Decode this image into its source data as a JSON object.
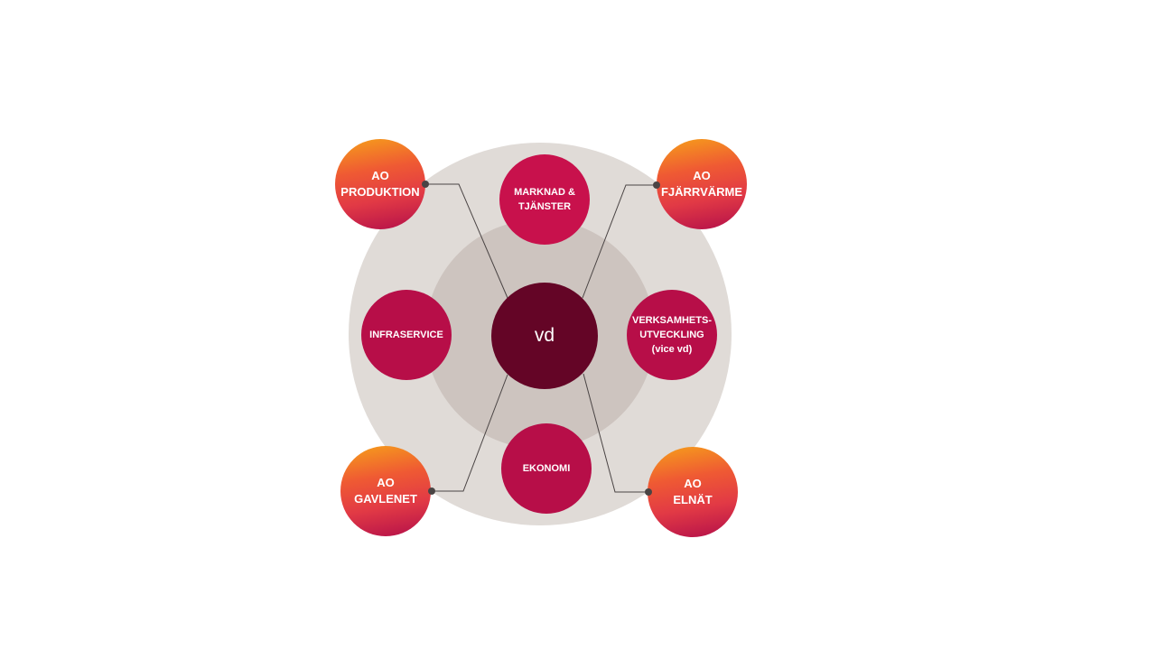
{
  "center": {
    "label": "vd"
  },
  "departments": [
    {
      "id": "marknad",
      "label": "MARKNAD &\nTJÄNSTER"
    },
    {
      "id": "infraservice",
      "label": "INFRASERVICE"
    },
    {
      "id": "verksamhet",
      "label": "VERKSAMHETS-\nUTVECKLING\n(vice vd)"
    },
    {
      "id": "ekonomi",
      "label": "EKONOMI"
    }
  ],
  "business_areas": [
    {
      "id": "produktion",
      "label": "AO\nPRODUKTION"
    },
    {
      "id": "fjarrvarme",
      "label": "AO\nFJÄRRVÄRME"
    },
    {
      "id": "gavlenet",
      "label": "AO\nGAVLENET"
    },
    {
      "id": "elnat",
      "label": "AO\nELNÄT"
    }
  ],
  "colors": {
    "center": "#640526",
    "department": "#b70e48",
    "outer_ring": "#e0dbd7",
    "inner_ring": "#cdc4bf",
    "ao_top": "#f6a01a",
    "ao_bottom": "#b30f4a"
  }
}
